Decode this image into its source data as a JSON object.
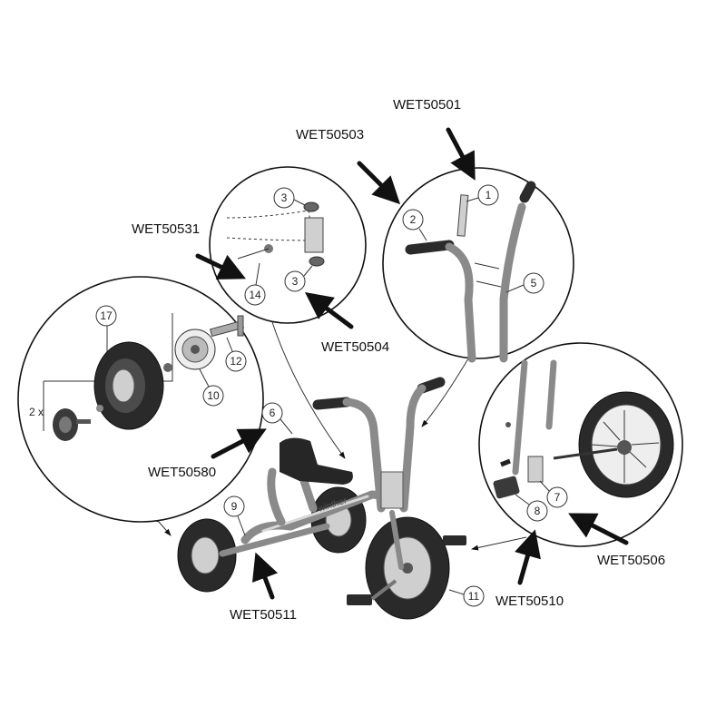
{
  "part_codes": {
    "handlebar_stem": "WET50501",
    "handlebar": "WET50503",
    "bearings": "WET50504",
    "axle_bolt": "WET50531",
    "rear_wheel": "WET50580",
    "front_wheel": "WET50506",
    "pedal": "WET50510",
    "rear_axle": "WET50511"
  },
  "callout_numbers": {
    "n1": "1",
    "n2": "2",
    "n3a": "3",
    "n3b": "3",
    "n5": "5",
    "n6": "6",
    "n7": "7",
    "n8": "8",
    "n9": "9",
    "n10": "10",
    "n11": "11",
    "n12": "12",
    "n14": "14",
    "n17": "17"
  },
  "quantity_note": "2 x",
  "brand_text": "winther"
}
